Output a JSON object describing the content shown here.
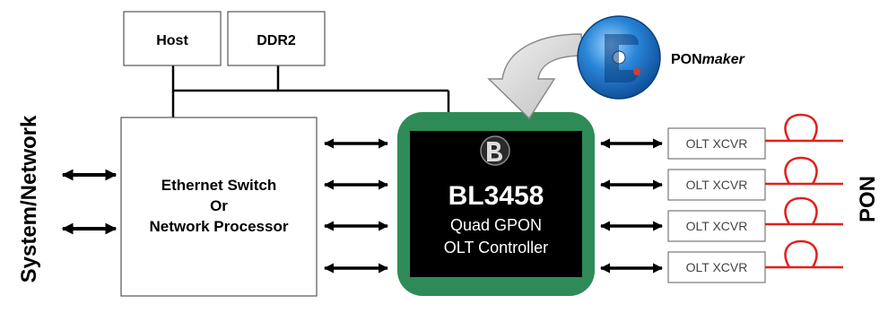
{
  "diagram": {
    "left_label": "System/Network",
    "right_label": "PON",
    "host": "Host",
    "ddr2": "DDR2",
    "switch": {
      "line1": "Ethernet Switch",
      "line2": "Or",
      "line3": "Network Processor"
    },
    "chip": {
      "name": "BL3458",
      "line1": "Quad GPON",
      "line2": "OLT Controller"
    },
    "software": {
      "prefix": "PON",
      "suffix": "maker"
    },
    "transceivers": [
      "OLT XCVR",
      "OLT XCVR",
      "OLT XCVR",
      "OLT XCVR"
    ],
    "colors": {
      "chip_border": "#2e8b57",
      "chip_fill": "#000000",
      "fiber": "#e0201c",
      "disc_blue": "#1a6fc4"
    },
    "icons": {
      "arrow": "double-arrow-icon",
      "disc": "software-disc-icon",
      "curved_arrow": "curved-arrow-icon",
      "logo": "chip-logo-icon",
      "fiber": "fiber-loop-icon"
    }
  }
}
